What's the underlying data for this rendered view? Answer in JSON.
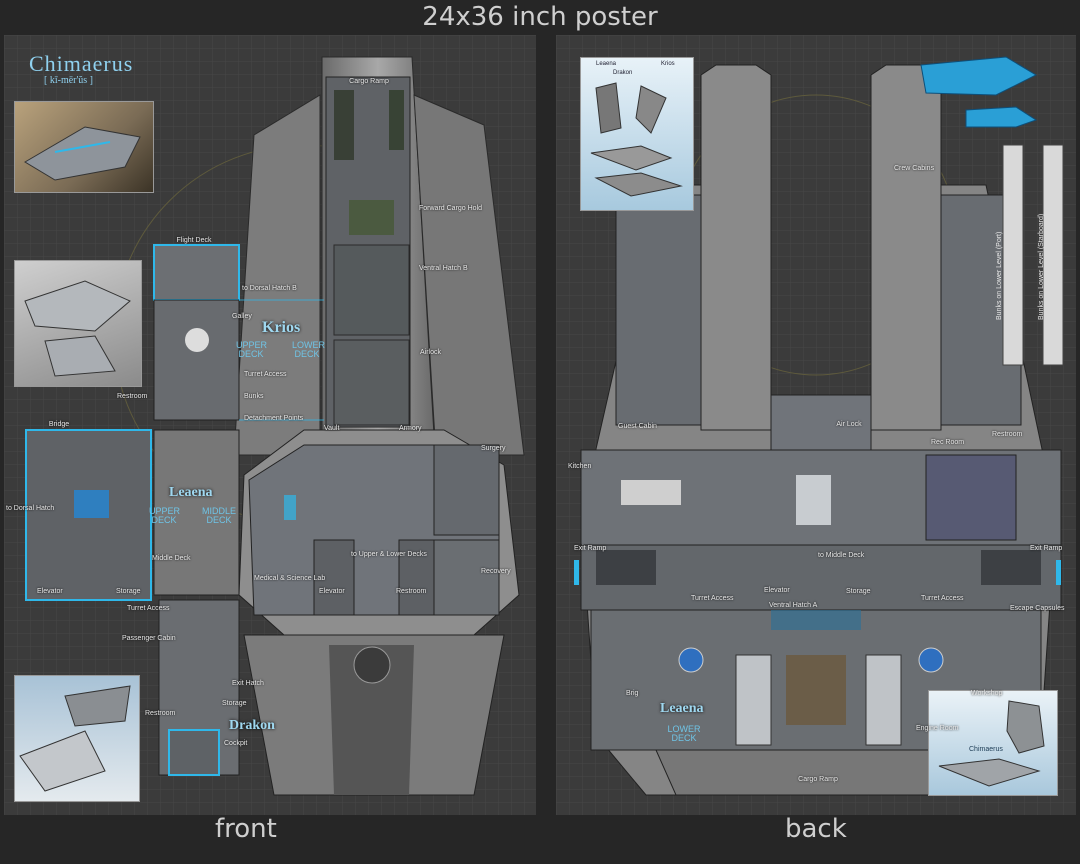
{
  "poster_title": "24x36 inch poster",
  "captions": {
    "front": "front",
    "back": "back"
  },
  "front": {
    "brand": "Chimaerus",
    "pronunciation": "[ kī-mēr'ŭs ]",
    "ship_names": {
      "krios": "Krios",
      "leaena": "Leaena",
      "drakon": "Drakon"
    },
    "decks": {
      "krios_upper": "UPPER DECK",
      "krios_lower": "LOWER DECK",
      "leaena_upper": "UPPER DECK",
      "leaena_middle": "MIDDLE DECK"
    },
    "labels": {
      "cargo_ramp": "Cargo Ramp",
      "flight_deck": "Flight Deck",
      "to_dorsal_hatch_b": "to Dorsal Hatch B",
      "galley": "Galley",
      "forward_cargo_hold": "Forward Cargo Hold",
      "ventral_hatch_b": "Ventral Hatch B",
      "airlock": "Airlock",
      "turret_access": "Turret Access",
      "restroom_1": "Restroom",
      "bunks": "Bunks",
      "detachment_points": "Detachment Points",
      "vault": "Vault",
      "armory": "Armory",
      "surgery": "Surgery",
      "bridge": "Bridge",
      "to_dorsal_hatch": "to Dorsal Hatch",
      "elevator_1": "Elevator",
      "storage_1": "Storage",
      "middle_deck": "Middle Deck",
      "medical_science_lab": "Medical & Science Lab",
      "elevator_2": "Elevator",
      "to_upper_lower_decks": "to Upper & Lower Decks",
      "restroom_2": "Restroom",
      "recovery": "Recovery",
      "turret_access_2": "Turret Access",
      "passenger_cabin": "Passenger Cabin",
      "exit_hatch": "Exit Hatch",
      "restroom_3": "Restroom",
      "storage_2": "Storage",
      "cockpit": "Cockpit"
    }
  },
  "back": {
    "inset_names": [
      "Leaena",
      "Drakon",
      "Krios"
    ],
    "ship_name": "Leaena",
    "deck": "LOWER DECK",
    "brand_small": "Chimaerus",
    "side_labels": {
      "port": "Bunks on Lower Level (Port)",
      "starboard": "Bunks on Lower Level (Starboard)"
    },
    "labels": {
      "crew_cabins": "Crew Cabins",
      "guest_cabin": "Guest Cabin",
      "air_lock": "Air Lock",
      "restroom": "Restroom",
      "kitchen": "Kitchen",
      "rec_room": "Rec Room",
      "exit_ramp_left": "Exit Ramp",
      "exit_ramp_right": "Exit Ramp",
      "to_middle_deck": "to Middle Deck",
      "turret_access_left": "Turret Access",
      "elevator": "Elevator",
      "storage": "Storage",
      "turret_access_right": "Turret Access",
      "escape_capsules": "Escape Capsules",
      "ventral_hatch_a": "Ventral Hatch A",
      "brig": "Brig",
      "workshop": "Workshop",
      "engine_room": "Engine Room",
      "cargo_ramp": "Cargo Ramp"
    }
  },
  "colors": {
    "accent": "#2fb8ea",
    "hull": "#8a8a8a",
    "floor": "#6b6f74",
    "grid": "#4a4a4a"
  }
}
